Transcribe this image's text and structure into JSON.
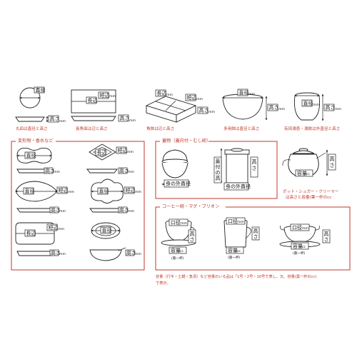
{
  "top_row": {
    "round_plate_caption": "丸皿は直径と高さ",
    "rect_plate_caption": "長角皿は辺と高さ",
    "square_plate_caption": "角鉢は辺と高さ",
    "bowl_caption": "多用鉢は直径と高さ",
    "cup_caption": "有田湯呑・湯飲は外直径と高さ"
  },
  "labels": {
    "diameter": "直径",
    "height": "高さ",
    "short_side": "短辺",
    "long_side": "長辺",
    "unit": "mm",
    "with_lid": "蓋付の高さ",
    "outer_diameter": "身の外直径",
    "capacity": "容量",
    "mouth_diameter": "口径",
    "cc": "cc",
    "one_cup": "(葉一杯)"
  },
  "panels": {
    "special": {
      "title": "変形物・香水など"
    },
    "lidded": {
      "title": "蓋物（蓋向付・むし碗）"
    },
    "coffee": {
      "title": "コーヒー碗・マグ・ブリオン"
    }
  },
  "pot_caption_1": "ポット・シュガー・クリーマー",
  "pot_caption_2": "は高さと容量(葉一杯のcc",
  "footnote_1": "容量（行平・土鍋・急須）など容量のいる品は「1号・2号・10号で表し、又、容量(葉一杯のcc)",
  "footnote_2": "で表示。"
}
